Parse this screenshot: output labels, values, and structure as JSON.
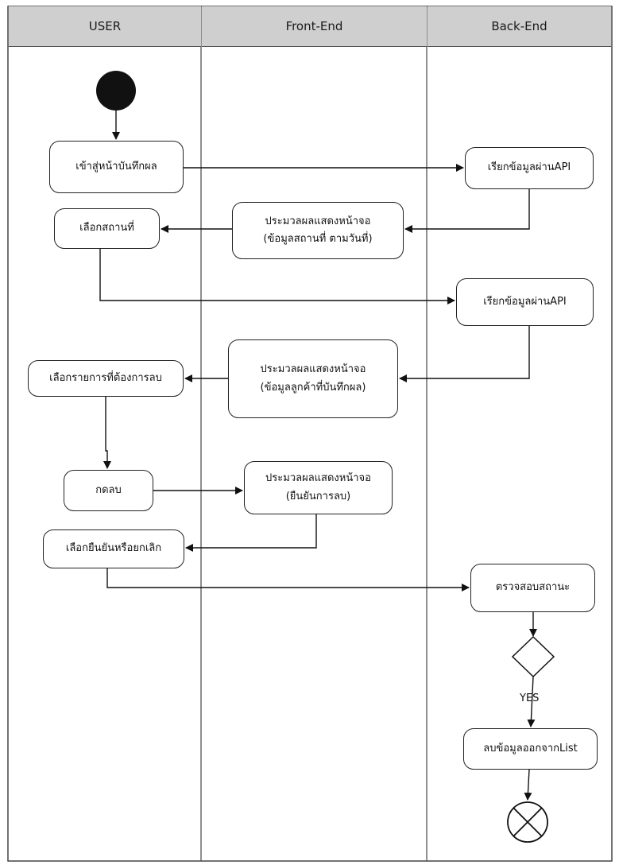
{
  "lanes": [
    "USER",
    "Front-End",
    "Back-End"
  ],
  "nodes": {
    "enter_record_page": "เข้าสู่หน้าบันทึกผล",
    "call_api_1": "เรียกข้อมูลผ่านAPI",
    "process_display_1": {
      "line1": "ประมวลผลแสดงหน้าจอ",
      "line2": "(ข้อมูลสถานที่ ตามวันที่)"
    },
    "select_location": "เลือกสถานที่",
    "call_api_2": "เรียกข้อมูลผ่านAPI",
    "process_display_2": {
      "line1": "ประมวลผลแสดงหน้าจอ",
      "line2": "(ข้อมูลลูกค้าที่บันทึกผล)"
    },
    "select_item_to_delete": "เลือกรายการที่ต้องการลบ",
    "press_delete": "กดลบ",
    "process_display_3": {
      "line1": "ประมวลผลแสดงหน้าจอ",
      "line2": "(ยืนยันการลบ)"
    },
    "confirm_or_cancel": "เลือกยืนยันหรือยกเลิก",
    "check_status": "ตรวจสอบสถานะ",
    "delete_from_list": "ลบข้อมูลออกจากList"
  },
  "decision_yes_label": "YES"
}
